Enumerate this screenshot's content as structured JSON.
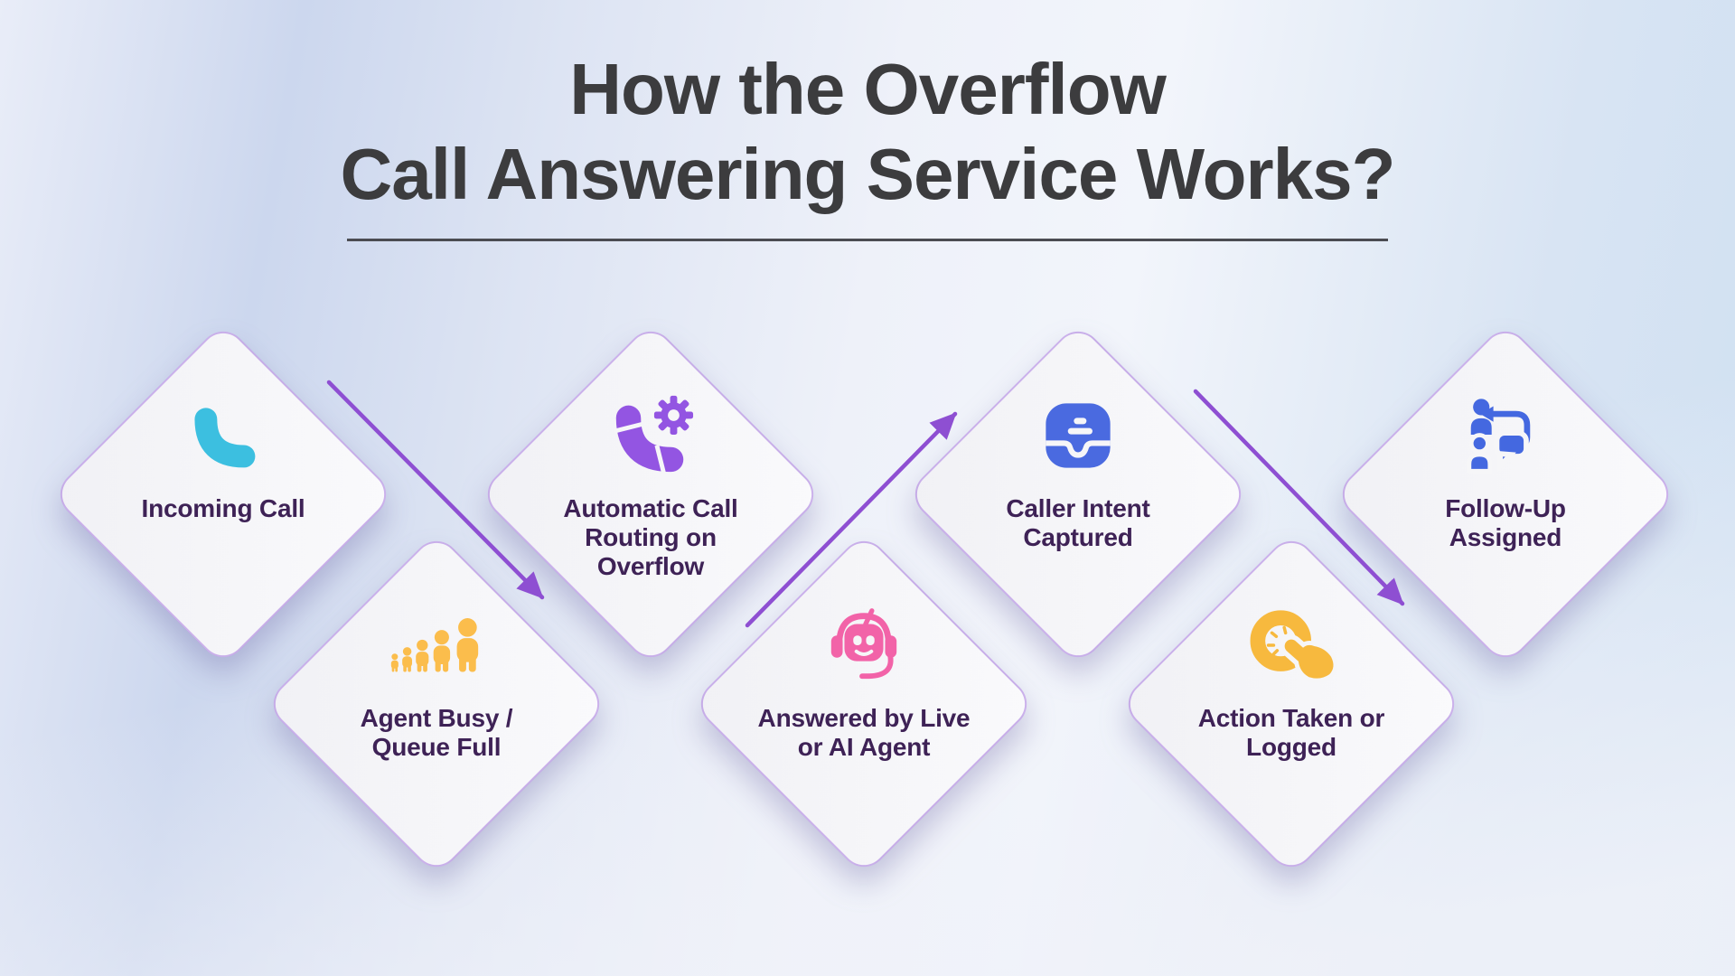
{
  "title": {
    "line1": "How the Overflow",
    "line2": "Call Answering Service Works?"
  },
  "steps": [
    {
      "label": "Incoming Call",
      "icon": "incoming-call-phone-icon",
      "row": "top"
    },
    {
      "label": "Agent Busy /\nQueue Full",
      "icon": "agent-busy-queue-icon",
      "row": "bottom"
    },
    {
      "label": "Automatic Call\nRouting on\nOverflow",
      "icon": "call-routing-gear-icon",
      "row": "top"
    },
    {
      "label": "Answered by Live\nor AI Agent",
      "icon": "ai-agent-robot-icon",
      "row": "bottom"
    },
    {
      "label": "Caller Intent\nCaptured",
      "icon": "caller-intent-inbox-icon",
      "row": "top"
    },
    {
      "label": "Action Taken or\nLogged",
      "icon": "action-logged-icon",
      "row": "bottom"
    },
    {
      "label": "Follow-Up\nAssigned",
      "icon": "follow-up-people-icon",
      "row": "top"
    }
  ],
  "colors": {
    "arrow": "#8e4fd2",
    "incoming_call_icon": "#3cbfe0",
    "agent_busy_icon": "#fbbd4c",
    "call_routing_icon": "#9355e2",
    "ai_agent_icon": "#f263a8",
    "caller_intent_icon": "#4a6ae0",
    "action_icon": "#f7b93e",
    "follow_up_icon": "#4468e0",
    "label_text": "#3e2256",
    "title_text": "#3c3c3e",
    "underline": "#4b4c52",
    "card_bg": "#f6f6f8",
    "card_border": "rgba(146,88,214,.45)"
  }
}
